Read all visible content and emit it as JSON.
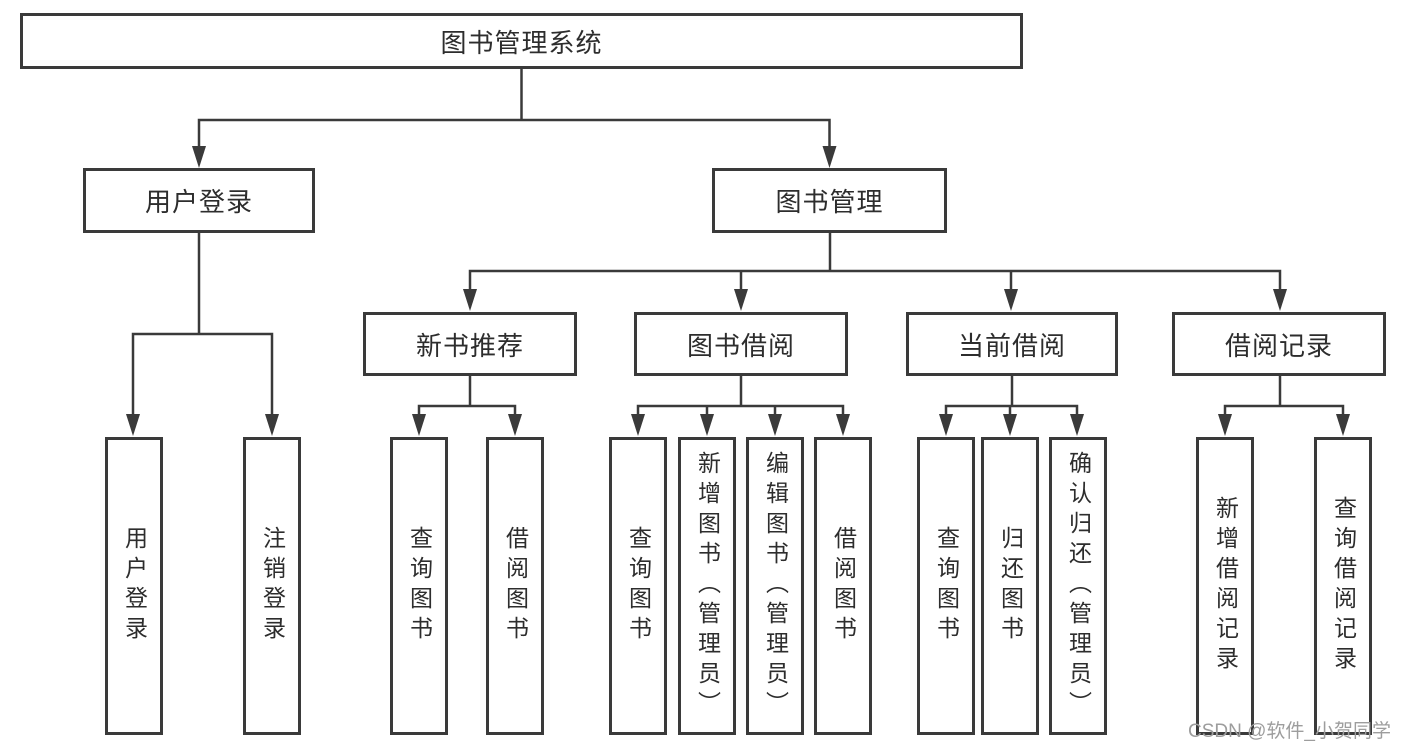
{
  "watermark": "CSDN @软件_小贺同学",
  "colors": {
    "line": "#3a3a3a",
    "box_border": "#3a3a3a",
    "text": "#2d2d2d",
    "watermark": "#9d9d9d",
    "background": "#ffffff"
  },
  "tree": {
    "label": "图书管理系统",
    "children": [
      {
        "label": "用户登录",
        "children": [
          {
            "label": "用户登录"
          },
          {
            "label": "注销登录"
          }
        ]
      },
      {
        "label": "图书管理",
        "children": [
          {
            "label": "新书推荐",
            "children": [
              {
                "label": "查询图书"
              },
              {
                "label": "借阅图书"
              }
            ]
          },
          {
            "label": "图书借阅",
            "children": [
              {
                "label": "查询图书"
              },
              {
                "label": "新增图书（管理员）"
              },
              {
                "label": "编辑图书（管理员）"
              },
              {
                "label": "借阅图书"
              }
            ]
          },
          {
            "label": "当前借阅",
            "children": [
              {
                "label": "查询图书"
              },
              {
                "label": "归还图书"
              },
              {
                "label": "确认归还（管理员）"
              }
            ]
          },
          {
            "label": "借阅记录",
            "children": [
              {
                "label": "新增借阅记录"
              },
              {
                "label": "查询借阅记录"
              }
            ]
          }
        ]
      }
    ]
  }
}
